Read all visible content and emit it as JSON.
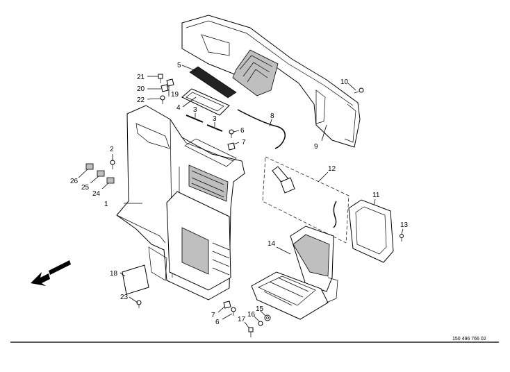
{
  "drawing_number": "150 496 766 02",
  "callouts": [
    {
      "label": "1",
      "part": "side-panel-console"
    },
    {
      "label": "2",
      "part": "screw"
    },
    {
      "label": "3",
      "part": "strip"
    },
    {
      "label": "3",
      "part": "strip"
    },
    {
      "label": "4",
      "part": "frame"
    },
    {
      "label": "5",
      "part": "grille"
    },
    {
      "label": "6",
      "part": "screw"
    },
    {
      "label": "7",
      "part": "clip"
    },
    {
      "label": "8",
      "part": "cable"
    },
    {
      "label": "9",
      "part": "roof-panel"
    },
    {
      "label": "10",
      "part": "screw"
    },
    {
      "label": "11",
      "part": "window-frame"
    },
    {
      "label": "12",
      "part": "seat-belt-kit"
    },
    {
      "label": "13",
      "part": "screw"
    },
    {
      "label": "14",
      "part": "seat"
    },
    {
      "label": "15",
      "part": "washer"
    },
    {
      "label": "16",
      "part": "washer"
    },
    {
      "label": "17",
      "part": "bolt"
    },
    {
      "label": "18",
      "part": "cover-plate"
    },
    {
      "label": "19",
      "part": "clip"
    },
    {
      "label": "20",
      "part": "clip"
    },
    {
      "label": "21",
      "part": "screw"
    },
    {
      "label": "22",
      "part": "screw"
    },
    {
      "label": "23",
      "part": "screw"
    },
    {
      "label": "24",
      "part": "plug"
    },
    {
      "label": "25",
      "part": "plug"
    },
    {
      "label": "26",
      "part": "plug"
    },
    {
      "label": "7",
      "part": "clip"
    },
    {
      "label": "6",
      "part": "screw"
    }
  ]
}
